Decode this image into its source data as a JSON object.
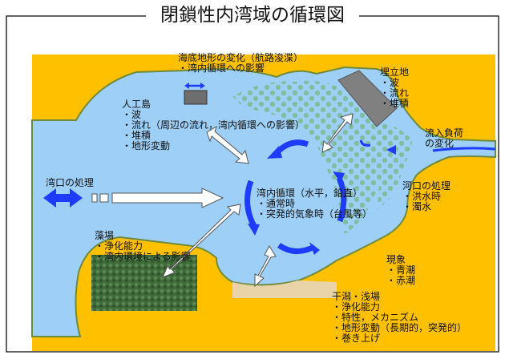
{
  "title": "閉鎖性内湾域の循環図",
  "colors": {
    "land": "#FFC000",
    "water": "#9ECFF7",
    "coast": "#6E8B3D",
    "gyre": "#1E3CFF",
    "bubble": "#7FBFA0",
    "landfill": "#808080",
    "tidal_flat": "#E8D4A8",
    "seaweed": "#3F6A3A"
  },
  "labels": {
    "dredging": [
      "海底地形の変化（航路浚渫）",
      "・湾内循環への影響"
    ],
    "landfill": [
      "埋立地",
      "・波",
      "・流れ",
      "・堆積"
    ],
    "artificial_island": [
      "人工島",
      "・波",
      "・流れ（周辺の流れ，湾内循環への影響）",
      "・堆積",
      "・地形変動"
    ],
    "inflow": [
      "流入負荷",
      "の変化"
    ],
    "bay_mouth": "湾口の処理",
    "river_mouth": [
      "河口の処理",
      "・洪水時",
      "・濁水"
    ],
    "bay_circulation": [
      "湾内循環（水平，鉛直）",
      "・通常時",
      "・突発的気象時（台風等）"
    ],
    "seaweed_bed": [
      "藻場",
      "・浄化能力",
      "・湾内環境による影響"
    ],
    "phenomena": [
      "現象",
      "・青潮",
      "・赤潮"
    ],
    "tidal_flat": [
      "干潟・浅場",
      "・浄化能力",
      "・特性，メカニズム",
      "・地形変動（長期的，突発的）",
      "・巻き上げ"
    ]
  }
}
